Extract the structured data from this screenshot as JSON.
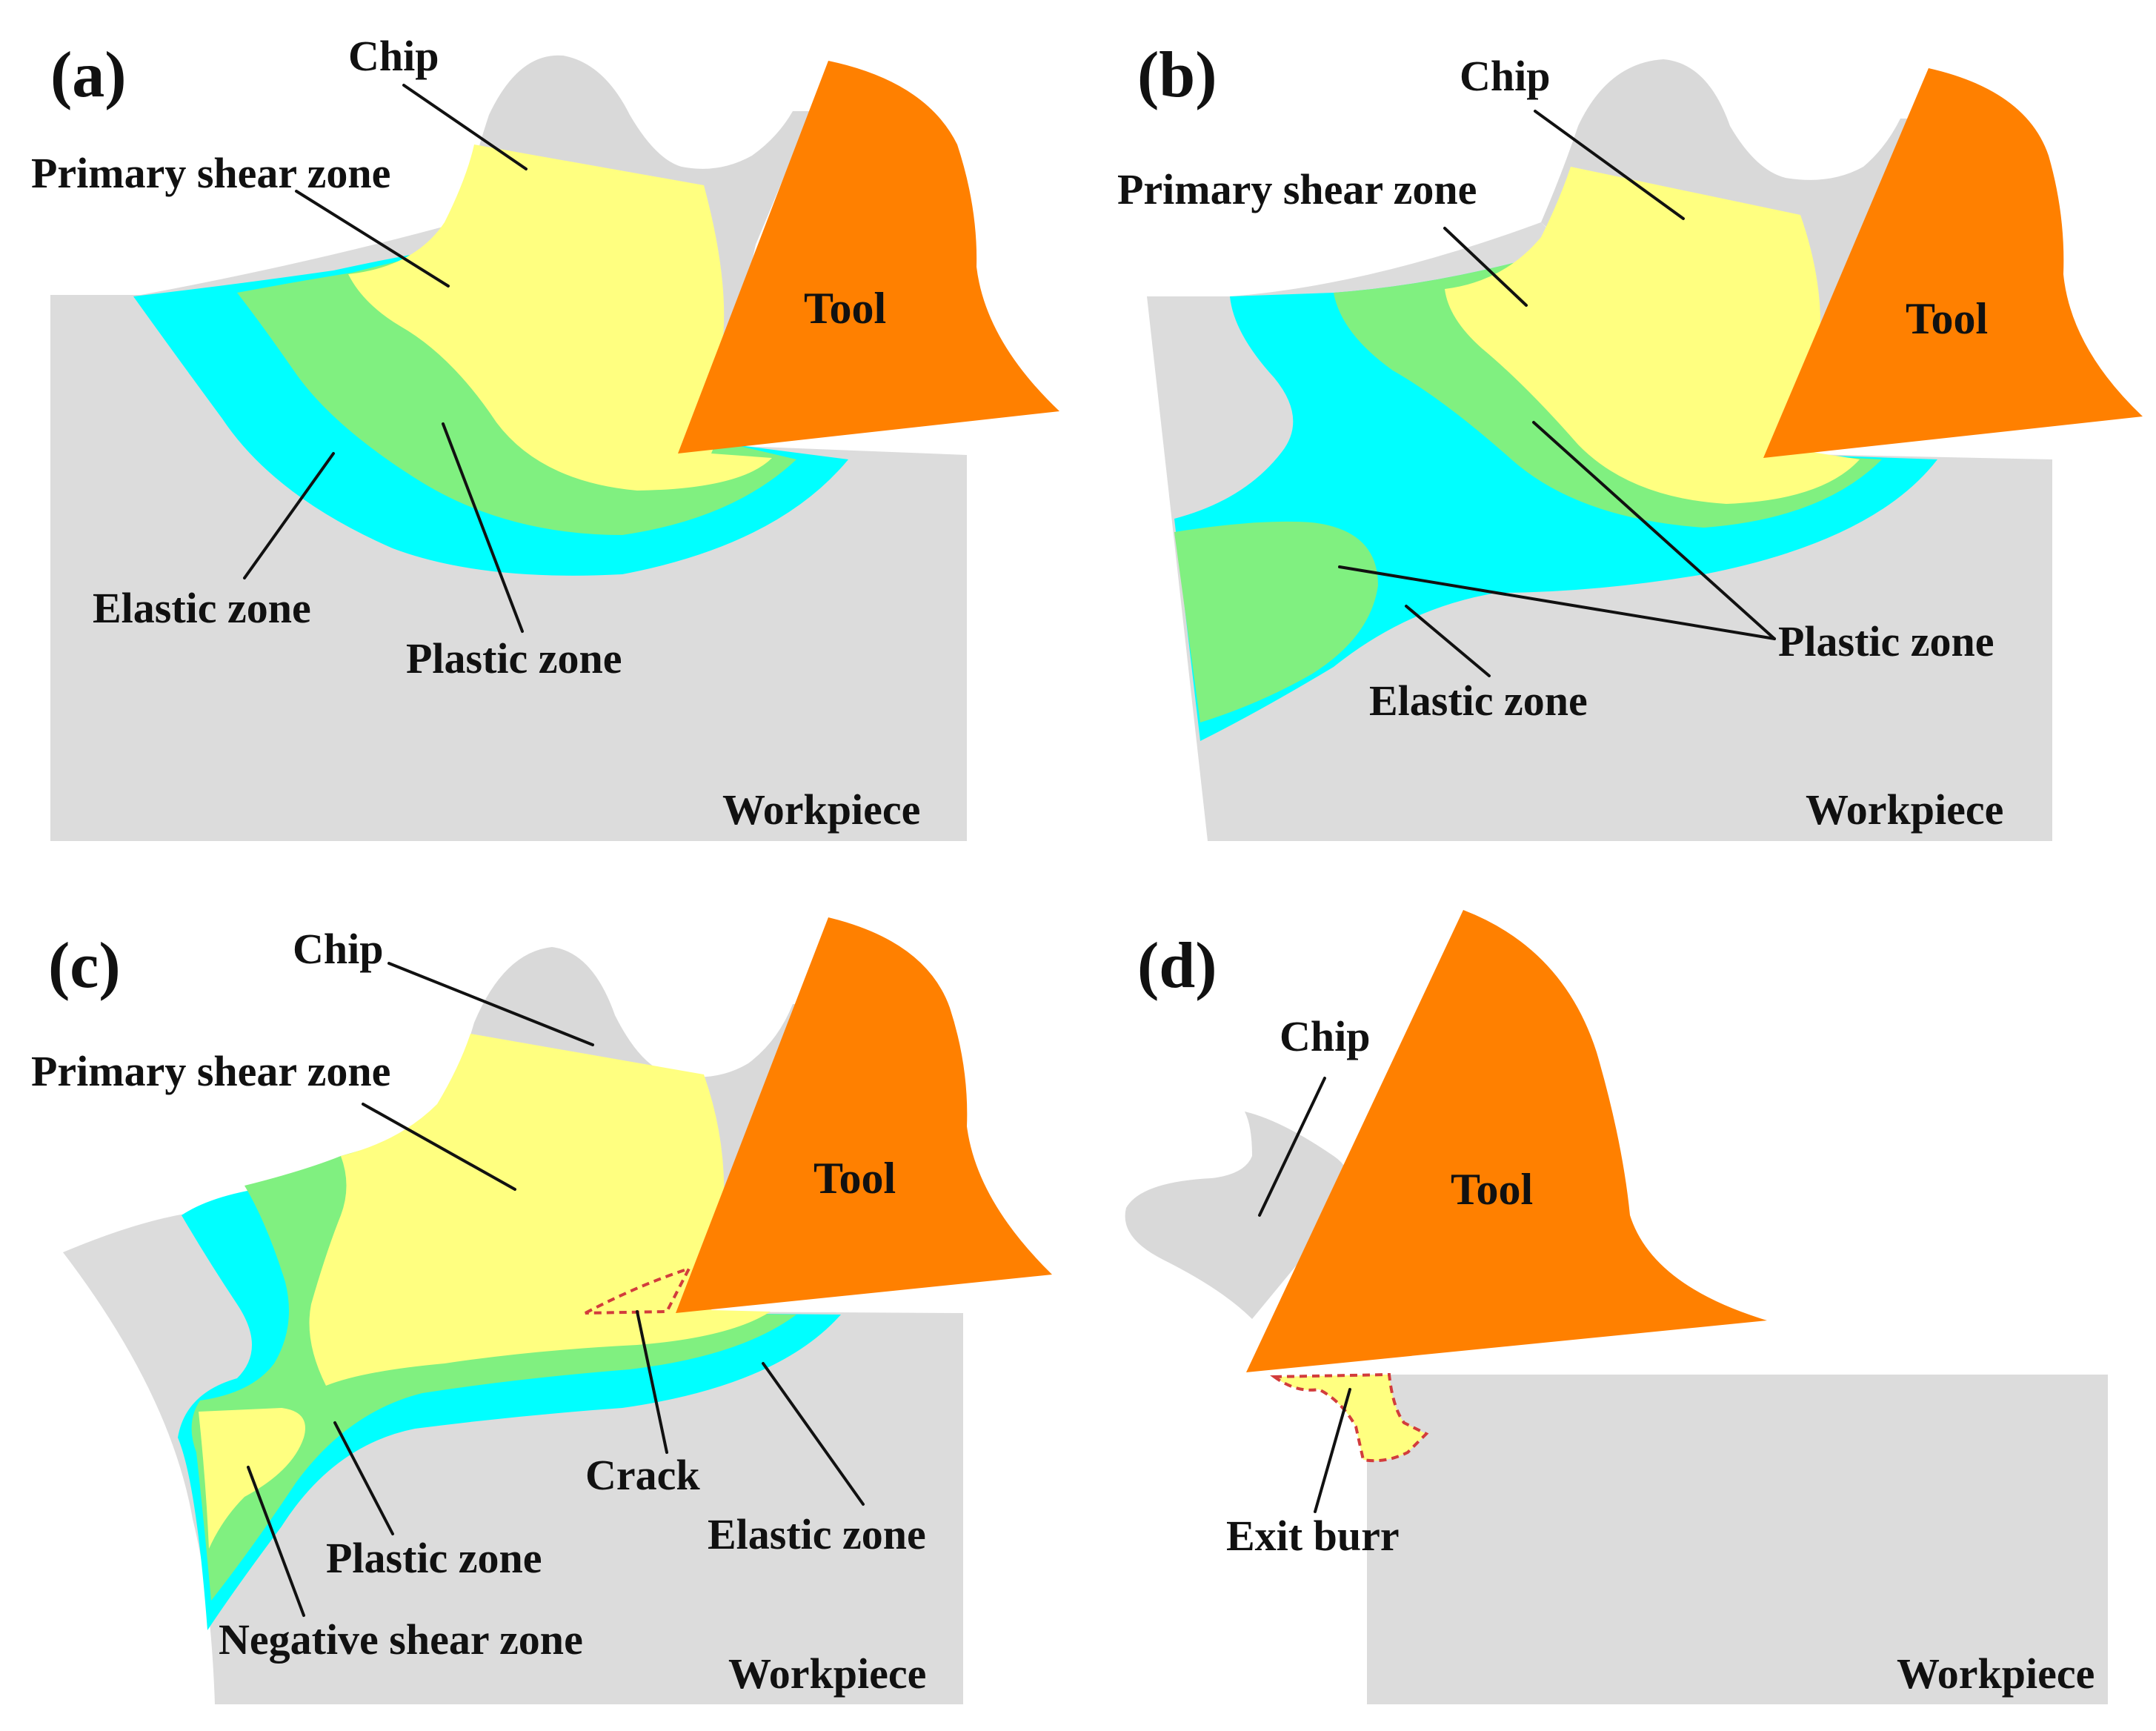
{
  "colors": {
    "workpiece": "#dcdcdc",
    "elastic_zone": "#00ffff",
    "plastic_zone": "#80f080",
    "primary_shear_zone": "#ffff80",
    "tool": "#ff8000",
    "crack_outline": "#d23c3c"
  },
  "panels": {
    "a": {
      "letter": "(a)",
      "chip": "Chip",
      "primary": "Primary shear zone",
      "tool": "Tool",
      "elastic": "Elastic zone",
      "plastic": "Plastic zone",
      "workpiece": "Workpiece"
    },
    "b": {
      "letter": "(b)",
      "chip": "Chip",
      "primary": "Primary shear zone",
      "tool": "Tool",
      "plastic": "Plastic zone",
      "elastic": "Elastic zone",
      "workpiece": "Workpiece"
    },
    "c": {
      "letter": "(c)",
      "chip": "Chip",
      "primary": "Primary shear zone",
      "tool": "Tool",
      "crack": "Crack",
      "elastic": "Elastic zone",
      "plastic": "Plastic zone",
      "negative": "Negative shear zone",
      "workpiece": "Workpiece"
    },
    "d": {
      "letter": "(d)",
      "chip": "Chip",
      "tool": "Tool",
      "burr": "Exit burr",
      "workpiece": "Workpiece"
    }
  }
}
